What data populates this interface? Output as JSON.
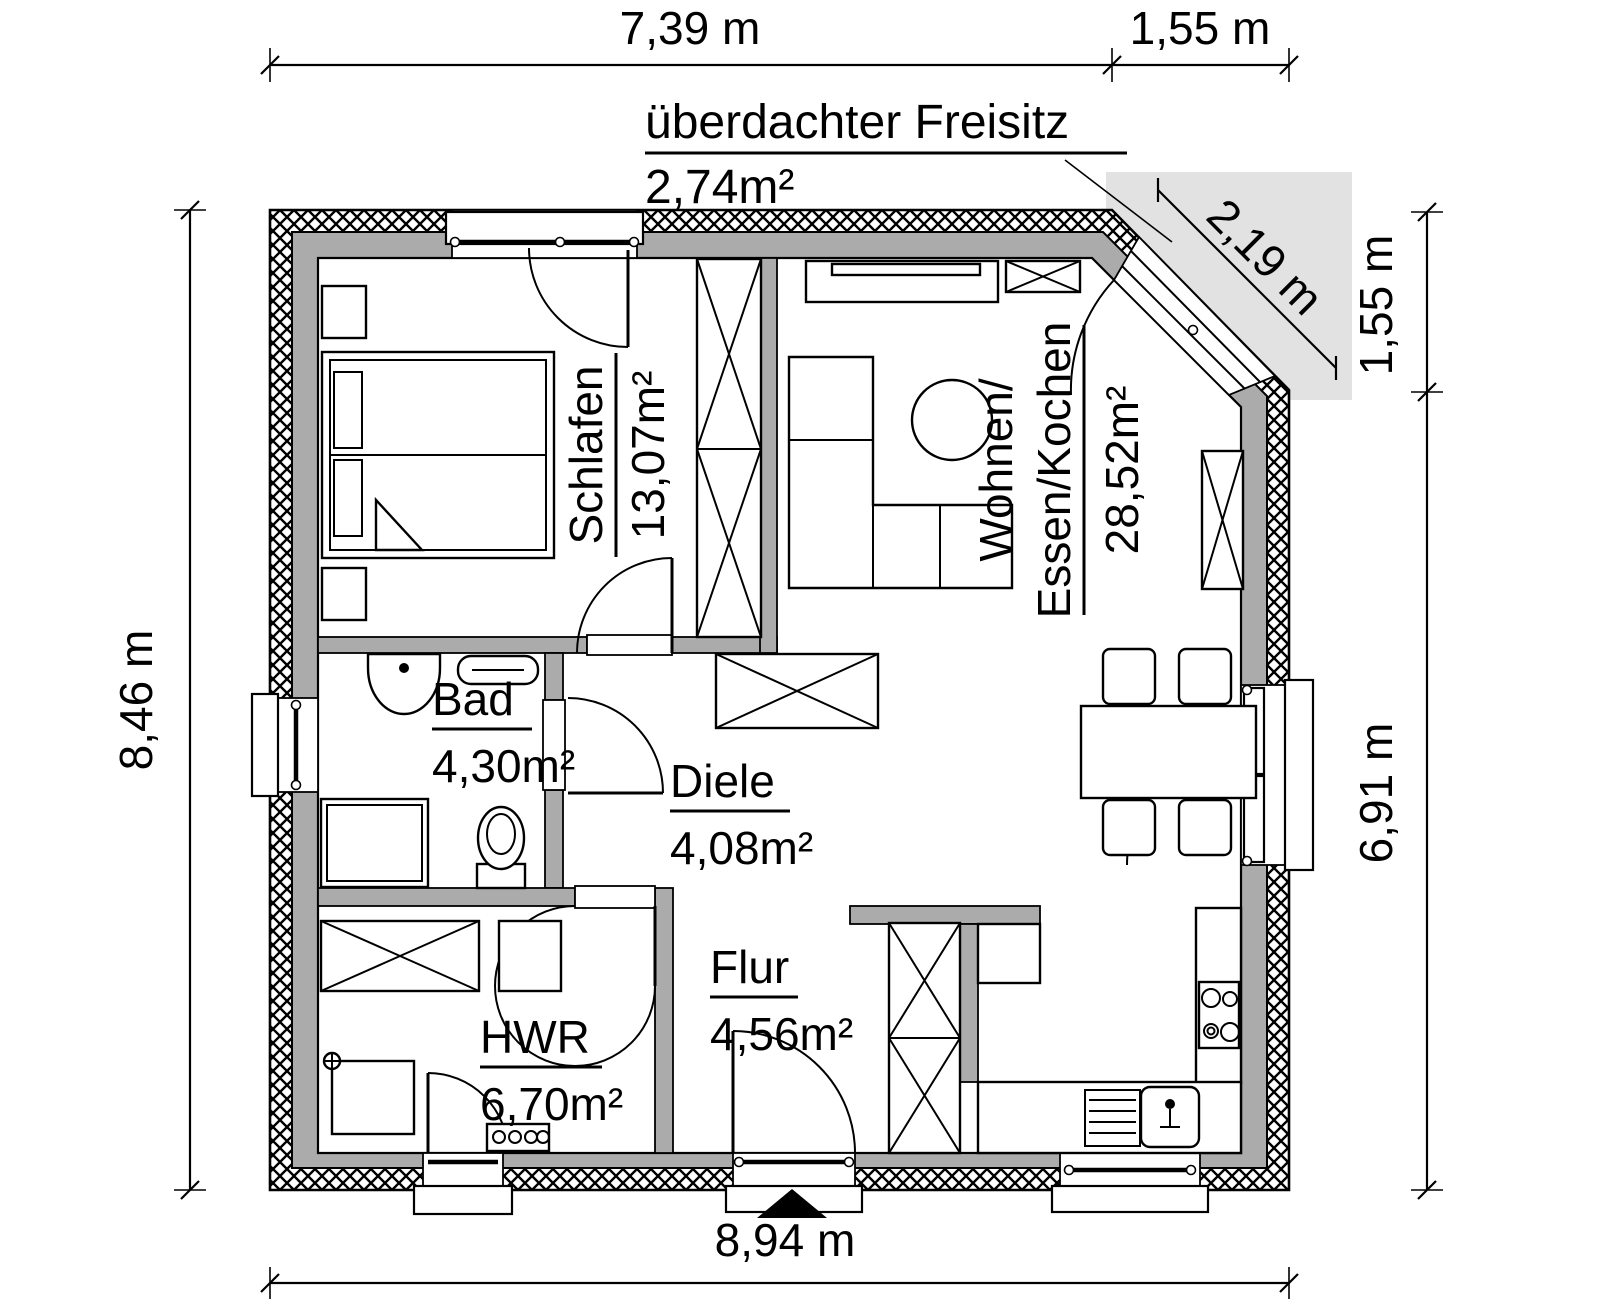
{
  "rooms": {
    "schlafen": {
      "name": "Schlafen",
      "area": "13,07m²"
    },
    "wohnen": {
      "name_line1": "Wohnen/",
      "name_line2": "Essen/Kochen",
      "area": "28,52m²"
    },
    "bad": {
      "name": "Bad",
      "area": "4,30m²"
    },
    "diele": {
      "name": "Diele",
      "area": "4,08m²"
    },
    "flur": {
      "name": "Flur",
      "area": "4,56m²"
    },
    "hwr": {
      "name": "HWR",
      "area": "6,70m²"
    },
    "freisitz": {
      "name": "überdachter Freisitz",
      "area": "2,74m²"
    }
  },
  "dimensions": {
    "top_main": "7,39 m",
    "top_corner": "1,55 m",
    "corner_diagonal": "2,19 m",
    "right_corner": "1,55 m",
    "right_main": "6,91 m",
    "left": "8,46 m",
    "bottom": "8,94 m"
  },
  "colors": {
    "wall": "#ababab",
    "freisitz_area": "#e2e2e2",
    "line": "#000000",
    "background": "#ffffff"
  }
}
